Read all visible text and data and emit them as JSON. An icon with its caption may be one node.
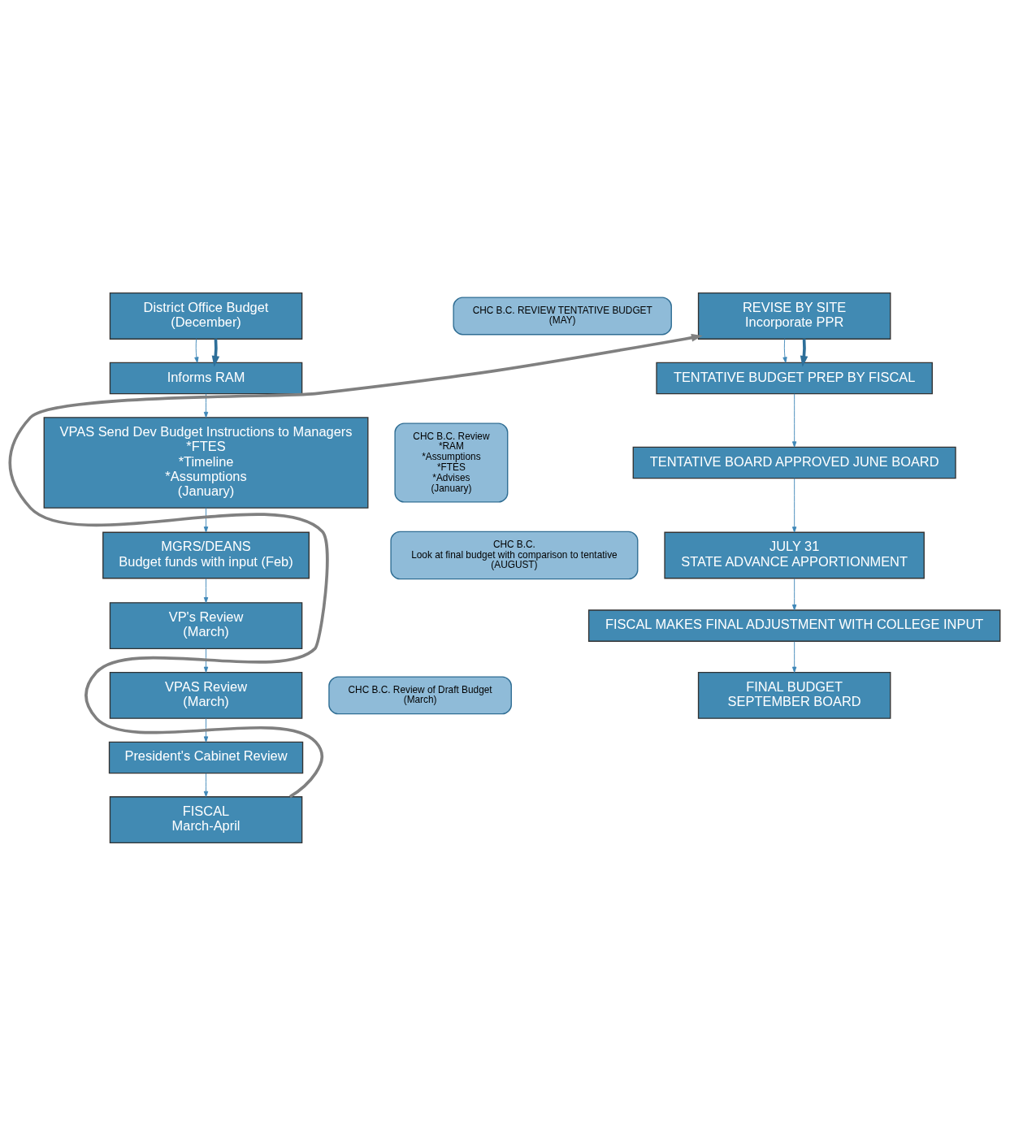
{
  "diagram": {
    "nodes": [
      {
        "text": [
          "District Office Budget",
          "(December)"
        ]
      },
      {
        "text": [
          "Informs RAM"
        ]
      },
      {
        "text": [
          "VPAS Send Dev Budget Instructions to Managers",
          "*FTES",
          "*Timeline",
          "*Assumptions",
          "(January)"
        ]
      },
      {
        "text": [
          "CHC B.C. Review",
          "*RAM",
          "*Assumptions",
          "*FTES",
          "*Advises",
          "(January)"
        ]
      },
      {
        "text": [
          "MGRS/DEANS",
          "Budget funds with input (Feb)"
        ]
      },
      {
        "text": [
          "VP's Review",
          "(March)"
        ]
      },
      {
        "text": [
          "VPAS Review",
          "(March)"
        ]
      },
      {
        "text": [
          "CHC B.C. Review of Draft Budget",
          "(March)"
        ]
      },
      {
        "text": [
          "President's Cabinet Review"
        ]
      },
      {
        "text": [
          "FISCAL",
          "March-April"
        ]
      },
      {
        "text": [
          "REVISE BY SITE",
          "Incorporate PPR"
        ]
      },
      {
        "text": [
          "CHC B.C. REVIEW TENTATIVE BUDGET",
          "(MAY)"
        ]
      },
      {
        "text": [
          "TENTATIVE BUDGET PREP BY FISCAL"
        ]
      },
      {
        "text": [
          "TENTATIVE BOARD APPROVED JUNE BOARD"
        ]
      },
      {
        "text": [
          "JULY 31",
          "STATE ADVANCE APPORTIONMENT"
        ]
      },
      {
        "text": [
          "CHC B.C.",
          "Look at final budget with comparison to tentative",
          "(AUGUST)"
        ]
      },
      {
        "text": [
          "FISCAL MAKES FINAL ADJUSTMENT WITH COLLEGE INPUT"
        ]
      },
      {
        "text": [
          "FINAL BUDGET",
          "SEPTEMBER BOARD"
        ]
      }
    ],
    "edges": [
      {
        "from": 0,
        "to": 1,
        "arrow": "to"
      },
      {
        "from": 0,
        "to": 1,
        "arrow": "to",
        "style": "thick",
        "color": "#2e6f99"
      },
      {
        "from": 1,
        "to": 2,
        "arrow": "to"
      },
      {
        "from": 2,
        "to": 4,
        "arrow": "to"
      },
      {
        "from": 4,
        "to": 5,
        "arrow": "to"
      },
      {
        "from": 5,
        "to": 6,
        "arrow": "to"
      },
      {
        "from": 6,
        "to": 8,
        "arrow": "to"
      },
      {
        "from": 8,
        "to": 9,
        "arrow": "to"
      },
      {
        "from": 9,
        "to": 10,
        "arrow": "to",
        "style": "thick",
        "color": "#808080"
      },
      {
        "from": 10,
        "to": 12,
        "arrow": "to"
      },
      {
        "from": 10,
        "to": 12,
        "arrow": "to",
        "style": "thick",
        "color": "#2e6f99"
      },
      {
        "from": 12,
        "to": 13,
        "arrow": "to"
      },
      {
        "from": 13,
        "to": 14,
        "arrow": "to"
      },
      {
        "from": 14,
        "to": 16,
        "arrow": "to"
      },
      {
        "from": 16,
        "to": 17,
        "arrow": "to"
      }
    ]
  }
}
